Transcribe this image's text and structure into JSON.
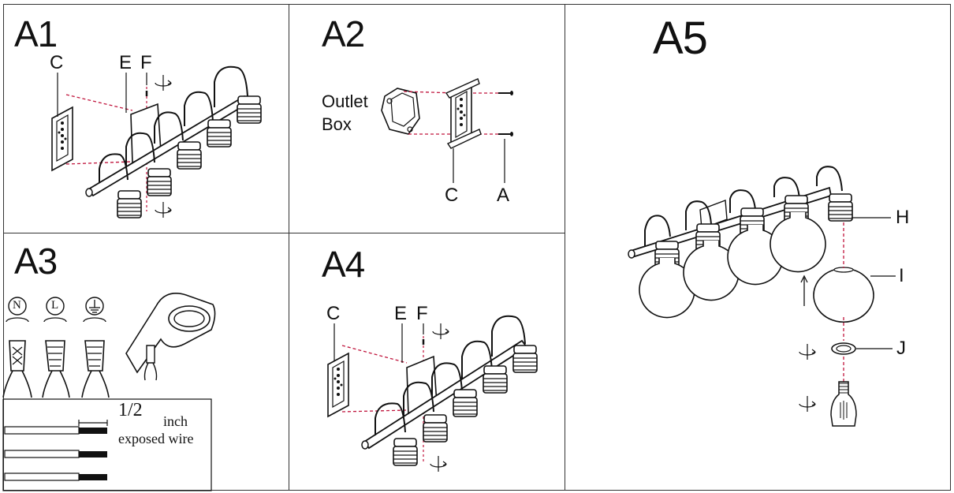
{
  "panels": {
    "a1": {
      "title": "A1",
      "labels": {
        "c": "C",
        "e": "E",
        "f": "F"
      }
    },
    "a2": {
      "title": "A2",
      "outlet_line1": "Outlet",
      "outlet_line2": "Box",
      "labels": {
        "c": "C",
        "a": "A"
      }
    },
    "a3": {
      "title": "A3",
      "wire_symbols": {
        "neutral": "N",
        "live": "L"
      },
      "measure_value": "1/2",
      "measure_unit": "inch",
      "measure_caption": "exposed wire"
    },
    "a4": {
      "title": "A4",
      "labels": {
        "c": "C",
        "e": "E",
        "f": "F"
      }
    },
    "a5": {
      "title": "A5",
      "labels": {
        "h": "H",
        "i": "I",
        "j": "J"
      }
    }
  },
  "colors": {
    "line": "#111111",
    "guide": "#c0143c",
    "paper": "#ffffff"
  }
}
